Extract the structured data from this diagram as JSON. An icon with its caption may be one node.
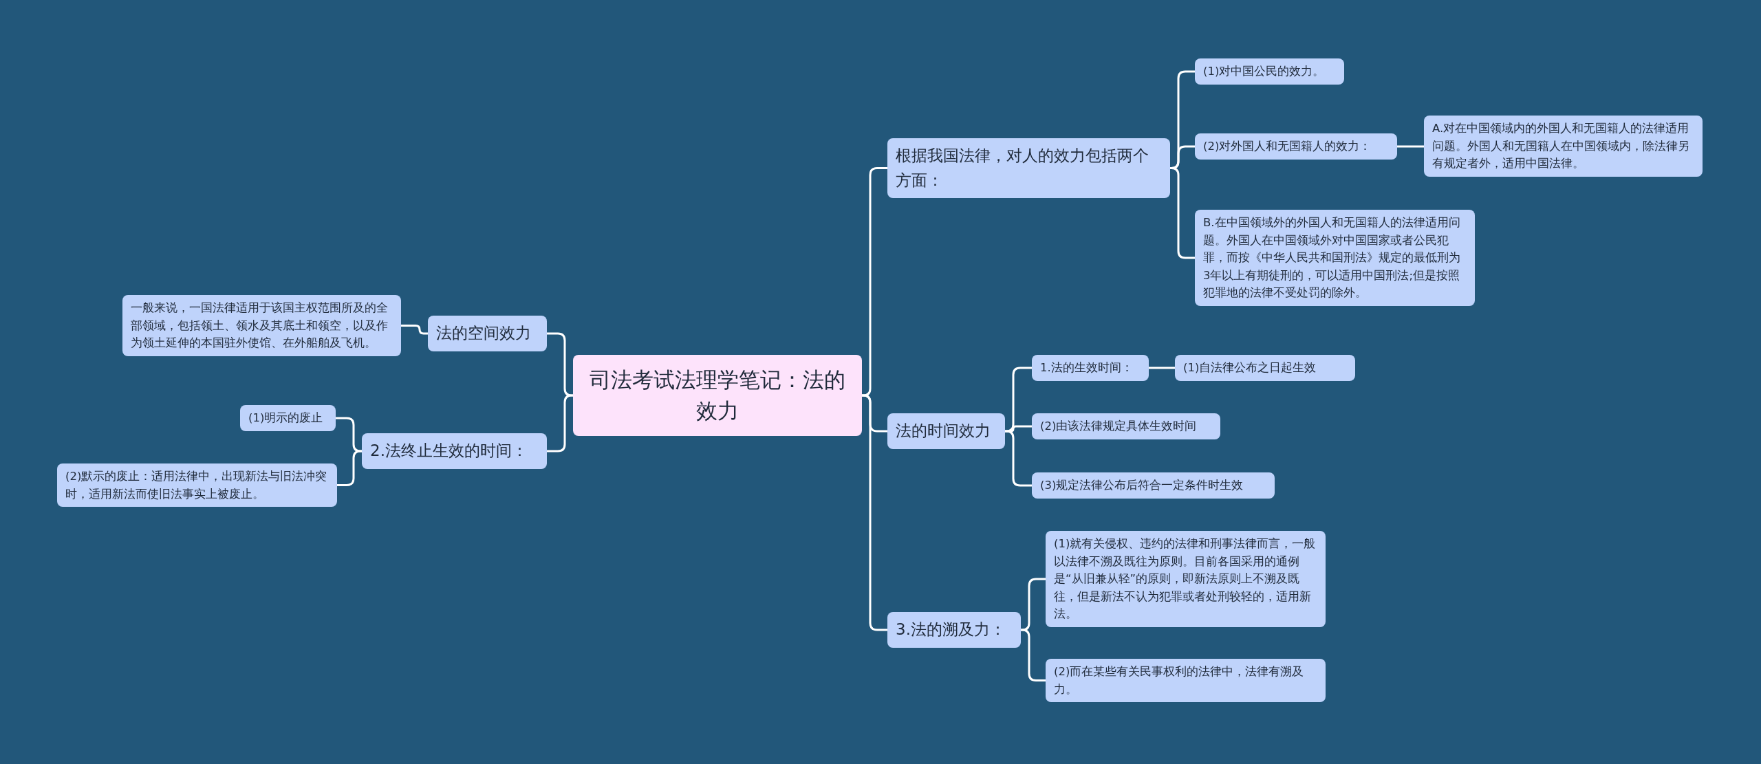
{
  "diagram": {
    "nodes": [
      {
        "text": [
          "司法考试法理学笔记：法的效力"
        ]
      },
      {
        "text": [
          "根据我国法律，对人的效力包括两个方面："
        ]
      },
      {
        "text": [
          "(1)对中国公民的效力。"
        ]
      },
      {
        "text": [
          "(2)对外国人和无国籍人的效力："
        ]
      },
      {
        "text": [
          "A.对在中国领域内的外国人和无国籍人的法律适用问题。外国人和无国籍人在中国领域内，除法律另有规定者外，适用中国法律。"
        ]
      },
      {
        "text": [
          "B.在中国领域外的外国人和无国籍人的法律适用问题。外国人在中国领域外对中国国家或者公民犯罪，而按《中华人民共和国刑法》规定的最低刑为3年以上有期徒刑的，可以适用中国刑法;但是按照犯罪地的法律不受处罚的除外。"
        ]
      },
      {
        "text": [
          "法的时间效力"
        ]
      },
      {
        "text": [
          "1.法的生效时间："
        ]
      },
      {
        "text": [
          "(1)自法律公布之日起生效"
        ]
      },
      {
        "text": [
          "(2)由该法律规定具体生效时间"
        ]
      },
      {
        "text": [
          "(3)规定法律公布后符合一定条件时生效"
        ]
      },
      {
        "text": [
          "3.法的溯及力："
        ]
      },
      {
        "text": [
          "(1)就有关侵权、违约的法律和刑事法律而言，一般以法律不溯及既往为原则。目前各国采用的通例是“从旧兼从轻”的原则，即新法原则上不溯及既往，但是新法不认为犯罪或者处刑较轻的，适用新法。"
        ]
      },
      {
        "text": [
          "(2)而在某些有关民事权利的法律中，法律有溯及力。"
        ]
      },
      {
        "text": [
          "法的空间效力"
        ]
      },
      {
        "text": [
          "一般来说，一国法律适用于该国主权范围所及的全部领域，包括领土、领水及其底土和领空，以及作为领土延伸的本国驻外使馆、在外船舶及飞机。"
        ]
      },
      {
        "text": [
          "2.法终止生效的时间："
        ]
      },
      {
        "text": [
          "(1)明示的废止"
        ]
      },
      {
        "text": [
          "(2)默示的废止：适用法律中，出现新法与旧法冲突时，适用新法而使旧法事实上被废止。"
        ]
      }
    ],
    "edges": [
      {
        "from": 0,
        "to": 1,
        "arrow": "none"
      },
      {
        "from": 1,
        "to": 2,
        "arrow": "none"
      },
      {
        "from": 1,
        "to": 3,
        "arrow": "none"
      },
      {
        "from": 3,
        "to": 4,
        "arrow": "none"
      },
      {
        "from": 1,
        "to": 5,
        "arrow": "none"
      },
      {
        "from": 0,
        "to": 6,
        "arrow": "none"
      },
      {
        "from": 6,
        "to": 7,
        "arrow": "none"
      },
      {
        "from": 7,
        "to": 8,
        "arrow": "none"
      },
      {
        "from": 6,
        "to": 9,
        "arrow": "none"
      },
      {
        "from": 6,
        "to": 10,
        "arrow": "none"
      },
      {
        "from": 0,
        "to": 11,
        "arrow": "none"
      },
      {
        "from": 11,
        "to": 12,
        "arrow": "none"
      },
      {
        "from": 11,
        "to": 13,
        "arrow": "none"
      },
      {
        "from": 0,
        "to": 14,
        "arrow": "none"
      },
      {
        "from": 14,
        "to": 15,
        "arrow": "none"
      },
      {
        "from": 0,
        "to": 16,
        "arrow": "none"
      },
      {
        "from": 16,
        "to": 17,
        "arrow": "none"
      },
      {
        "from": 16,
        "to": 18,
        "arrow": "none"
      }
    ]
  }
}
